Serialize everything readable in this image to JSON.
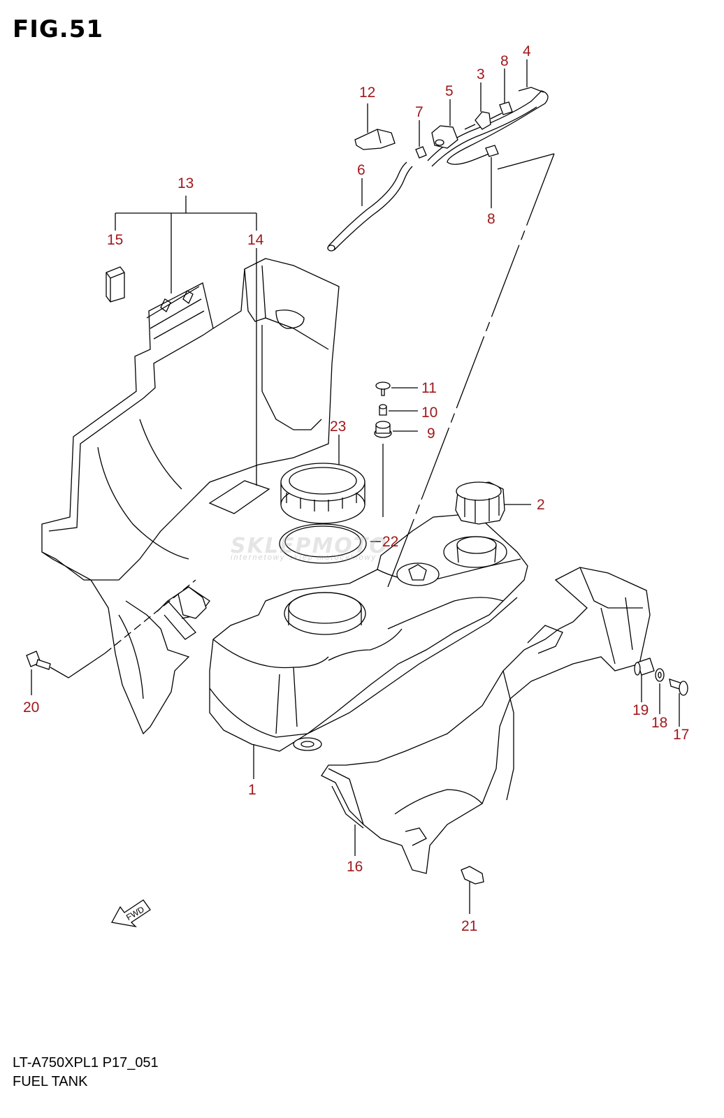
{
  "figure": {
    "title": "FIG.51",
    "model_code": "LT-A750XPL1 P17_051",
    "name": "FUEL TANK",
    "fwd_label": "FWD",
    "watermark": "SKLEPMOTO",
    "watermark_sub": "internetowy sklep motocyklowy"
  },
  "colors": {
    "callout": "#a0181c",
    "line": "#000000"
  },
  "callouts": {
    "c1": "1",
    "c2": "2",
    "c3": "3",
    "c4": "4",
    "c5": "5",
    "c6": "6",
    "c7": "7",
    "c8a": "8",
    "c8b": "8",
    "c9": "9",
    "c10": "10",
    "c11": "11",
    "c12": "12",
    "c13": "13",
    "c14": "14",
    "c15": "15",
    "c16": "16",
    "c17": "17",
    "c18": "18",
    "c19": "19",
    "c20": "20",
    "c21": "21",
    "c22": "22",
    "c23": "23"
  }
}
